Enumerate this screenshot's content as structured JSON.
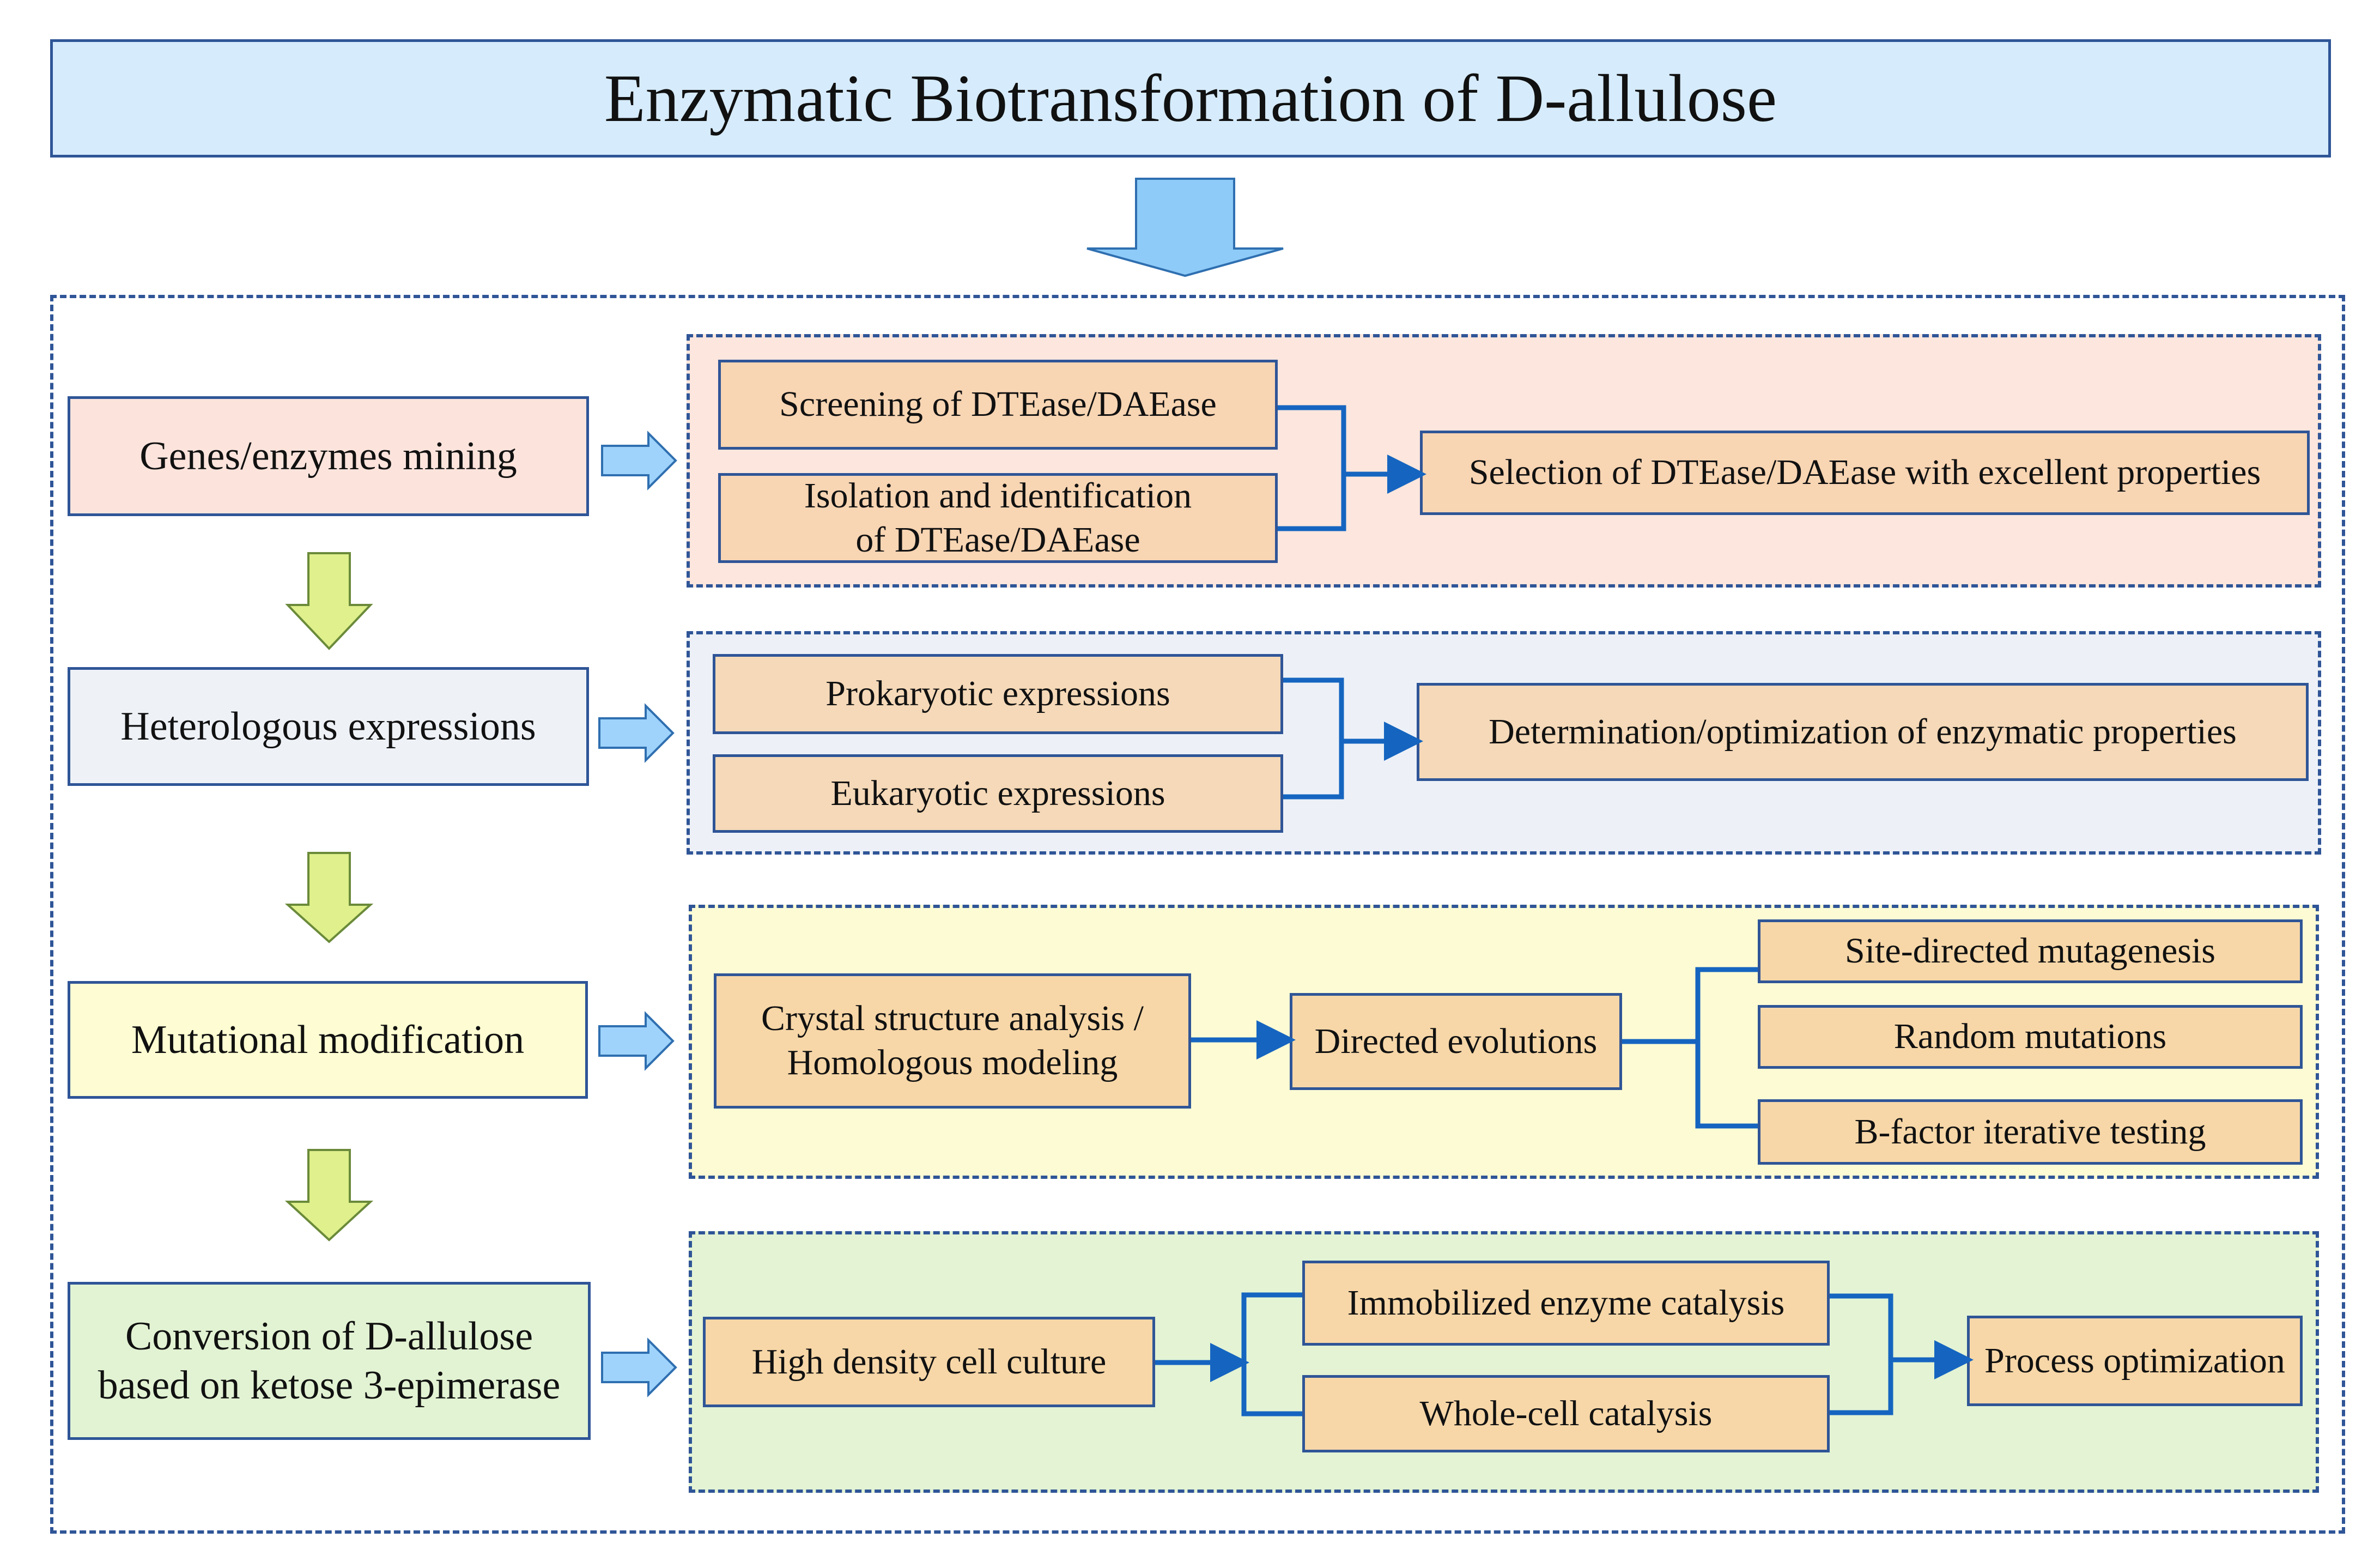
{
  "title": "Enzymatic Biotransformation of D-allulose",
  "steps": [
    {
      "label": "Genes/enzymes mining"
    },
    {
      "label": "Heterologous expressions"
    },
    {
      "label": "Mutational modification"
    },
    {
      "label": "Conversion of D-allulose\nbased on ketose 3-epimerase"
    }
  ],
  "panel1": {
    "inputs": [
      "Screening of DTEase/DAEase",
      "Isolation and identification\nof DTEase/DAEase"
    ],
    "output": "Selection of DTEase/DAEase with excellent properties"
  },
  "panel2": {
    "inputs": [
      "Prokaryotic expressions",
      "Eukaryotic expressions"
    ],
    "output": "Determination/optimization of enzymatic properties"
  },
  "panel3": {
    "start": "Crystal structure analysis /\nHomologous modeling",
    "middle": "Directed evolutions",
    "branches": [
      "Site-directed mutagenesis",
      "Random mutations",
      "B-factor iterative testing"
    ]
  },
  "panel4": {
    "start": "High density cell culture",
    "branches": [
      "Immobilized enzyme catalysis",
      "Whole-cell catalysis"
    ],
    "end": "Process optimization"
  },
  "colors": {
    "line": "#1565c0",
    "border": "#2f5597",
    "big_arrow": "#8ecbf8",
    "down_arrow": "#dff08c",
    "side_arrow": "#9fd3fb"
  }
}
